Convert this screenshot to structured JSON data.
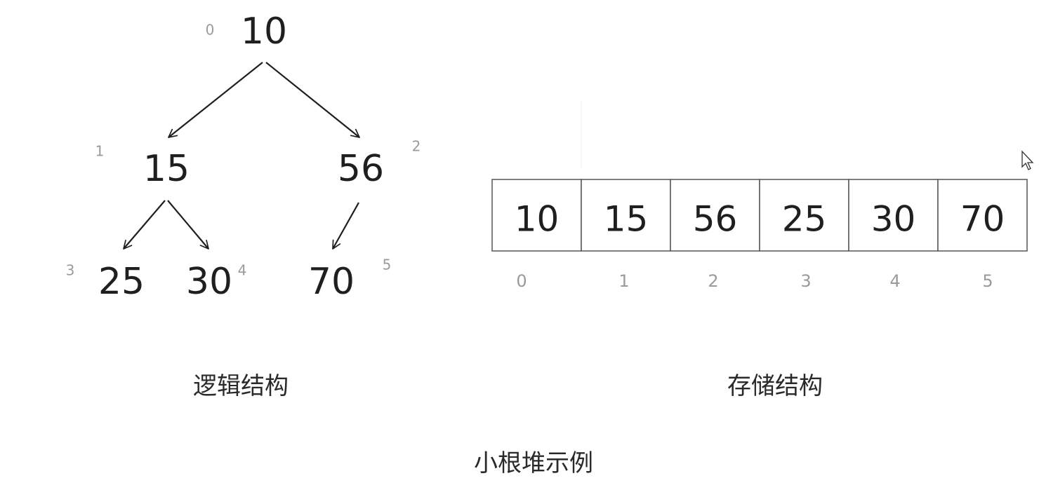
{
  "tree": {
    "nodes": [
      {
        "id": "n0",
        "value": "10",
        "index": "0"
      },
      {
        "id": "n1",
        "value": "15",
        "index": "1"
      },
      {
        "id": "n2",
        "value": "56",
        "index": "2"
      },
      {
        "id": "n3",
        "value": "25",
        "index": "3"
      },
      {
        "id": "n4",
        "value": "30",
        "index": "4"
      },
      {
        "id": "n5",
        "value": "70",
        "index": "5"
      }
    ],
    "edges": [
      {
        "from": "n0",
        "to": "n1"
      },
      {
        "from": "n0",
        "to": "n2"
      },
      {
        "from": "n1",
        "to": "n3"
      },
      {
        "from": "n1",
        "to": "n4"
      },
      {
        "from": "n2",
        "to": "n5"
      }
    ],
    "caption": "逻辑结构"
  },
  "array": {
    "cells": [
      {
        "value": "10",
        "index": "0"
      },
      {
        "value": "15",
        "index": "1"
      },
      {
        "value": "56",
        "index": "2"
      },
      {
        "value": "25",
        "index": "3"
      },
      {
        "value": "30",
        "index": "4"
      },
      {
        "value": "70",
        "index": "5"
      }
    ],
    "caption": "存储结构"
  },
  "title": "小根堆示例",
  "icons": {
    "cursor": "mouse-pointer-icon"
  }
}
